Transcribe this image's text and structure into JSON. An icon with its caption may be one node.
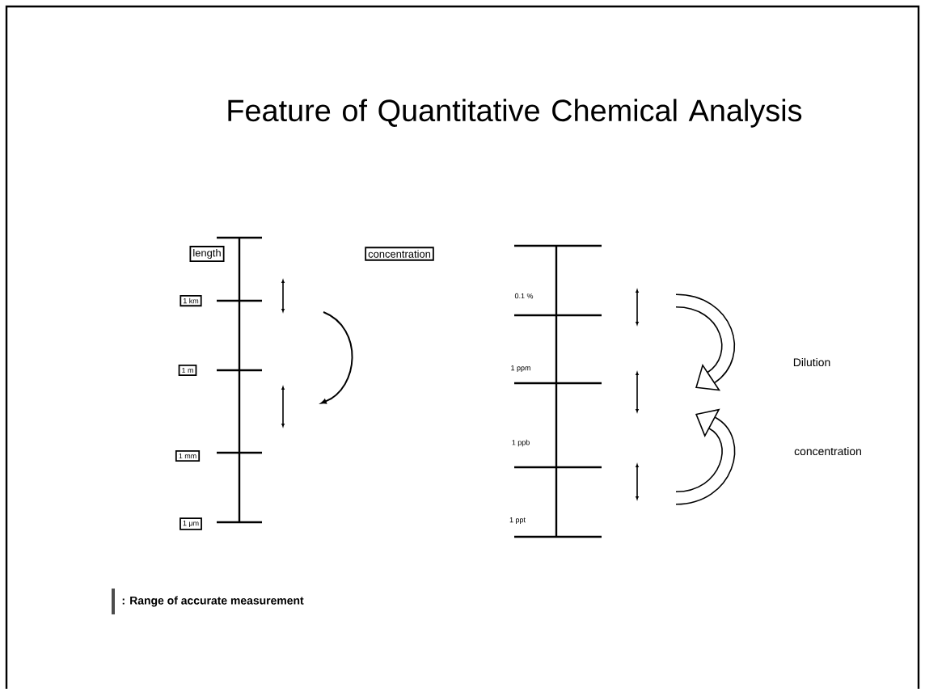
{
  "diagram": {
    "title": "Feature of Quantitative Chemical Analysis",
    "nodes": [
      {
        "text": [
          "length"
        ]
      },
      {
        "text": [
          "concentration"
        ]
      },
      {
        "text": [
          "1 km"
        ]
      },
      {
        "text": [
          "1 m"
        ]
      },
      {
        "text": [
          "1 mm"
        ]
      },
      {
        "text": [
          "1 μm"
        ]
      }
    ],
    "edges": [],
    "labels": [
      "0.1 %",
      "1 ppm",
      "1 ppb",
      "1 ppt",
      "Dilution",
      "concentration"
    ],
    "legend": [
      {
        "text": ": Range of accurate measurement"
      }
    ]
  }
}
